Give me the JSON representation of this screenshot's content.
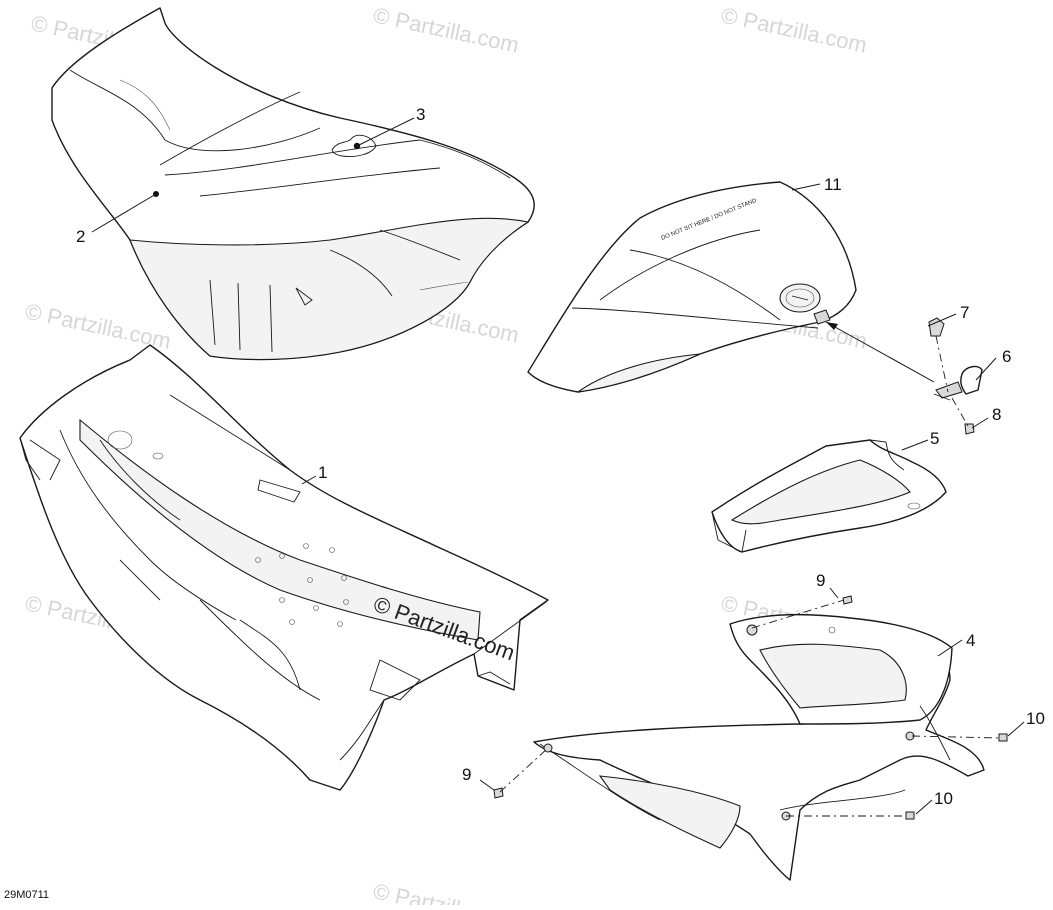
{
  "watermark": {
    "text": "© Partzilla.com",
    "center_text": "© Partzilla.com"
  },
  "diagram_code": "29M0711",
  "callouts": {
    "c1": "1",
    "c2": "2",
    "c3": "3",
    "c4": "4",
    "c5": "5",
    "c6": "6",
    "c7": "7",
    "c8": "8",
    "c9a": "9",
    "c9b": "9",
    "c10a": "10",
    "c10b": "10",
    "c11": "11"
  },
  "seat_cover_lettering": "DO NOT SIT HERE / DO NOT STAND"
}
